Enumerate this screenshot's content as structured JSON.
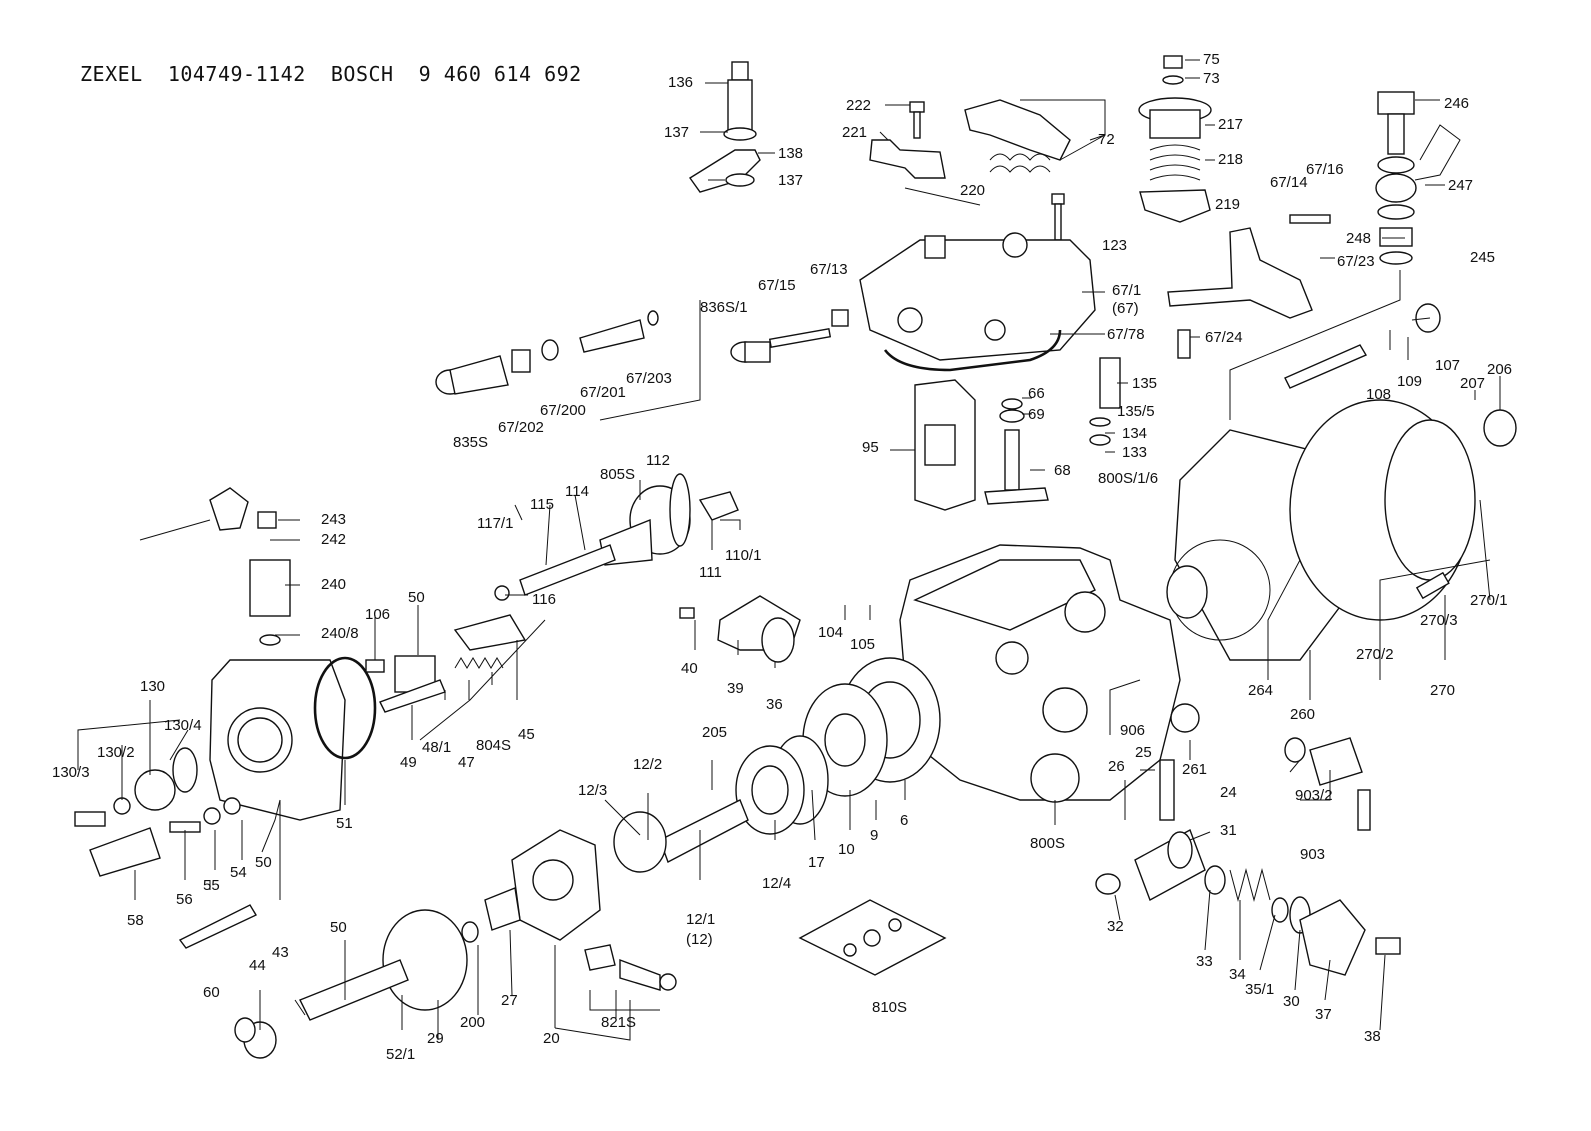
{
  "header": {
    "maker1": "ZEXEL",
    "part1": "104749-1142",
    "maker2": "BOSCH",
    "part2": "9 460 614 692"
  },
  "callouts": [
    "136",
    "137",
    "138",
    "137",
    "222",
    "221",
    "220",
    "72",
    "75",
    "73",
    "217",
    "218",
    "219",
    "123",
    "246",
    "67/16",
    "67/14",
    "247",
    "248",
    "245",
    "67/23",
    "67/24",
    "67/13",
    "67/1",
    "(67)",
    "67/78",
    "836S/1",
    "67/15",
    "67/203",
    "67/201",
    "67/200",
    "67/202",
    "835S",
    "135",
    "66",
    "135/5",
    "69",
    "134",
    "133",
    "68",
    "800S/1/6",
    "95",
    "107",
    "108",
    "109",
    "206",
    "207",
    "112",
    "805S",
    "114",
    "115",
    "117/1",
    "116",
    "111",
    "110/1",
    "243",
    "242",
    "240",
    "240/8",
    "106",
    "50",
    "130",
    "130/4",
    "130/2",
    "130/3",
    "49",
    "48/1",
    "47",
    "804S",
    "45",
    "51",
    "50",
    "54",
    "55",
    "56",
    "58",
    "104",
    "105",
    "40",
    "39",
    "36",
    "6",
    "9",
    "10",
    "17",
    "12/4",
    "205",
    "12/2",
    "12/3",
    "12/1",
    "(12)",
    "906",
    "25",
    "26",
    "24",
    "261",
    "800S",
    "31",
    "32",
    "33",
    "34",
    "35/1",
    "30",
    "37",
    "38",
    "264",
    "260",
    "270/2",
    "270/3",
    "270",
    "270/1",
    "903/2",
    "903",
    "60",
    "44",
    "43",
    "50",
    "29",
    "52/1",
    "200",
    "27",
    "20",
    "821S",
    "810S"
  ]
}
